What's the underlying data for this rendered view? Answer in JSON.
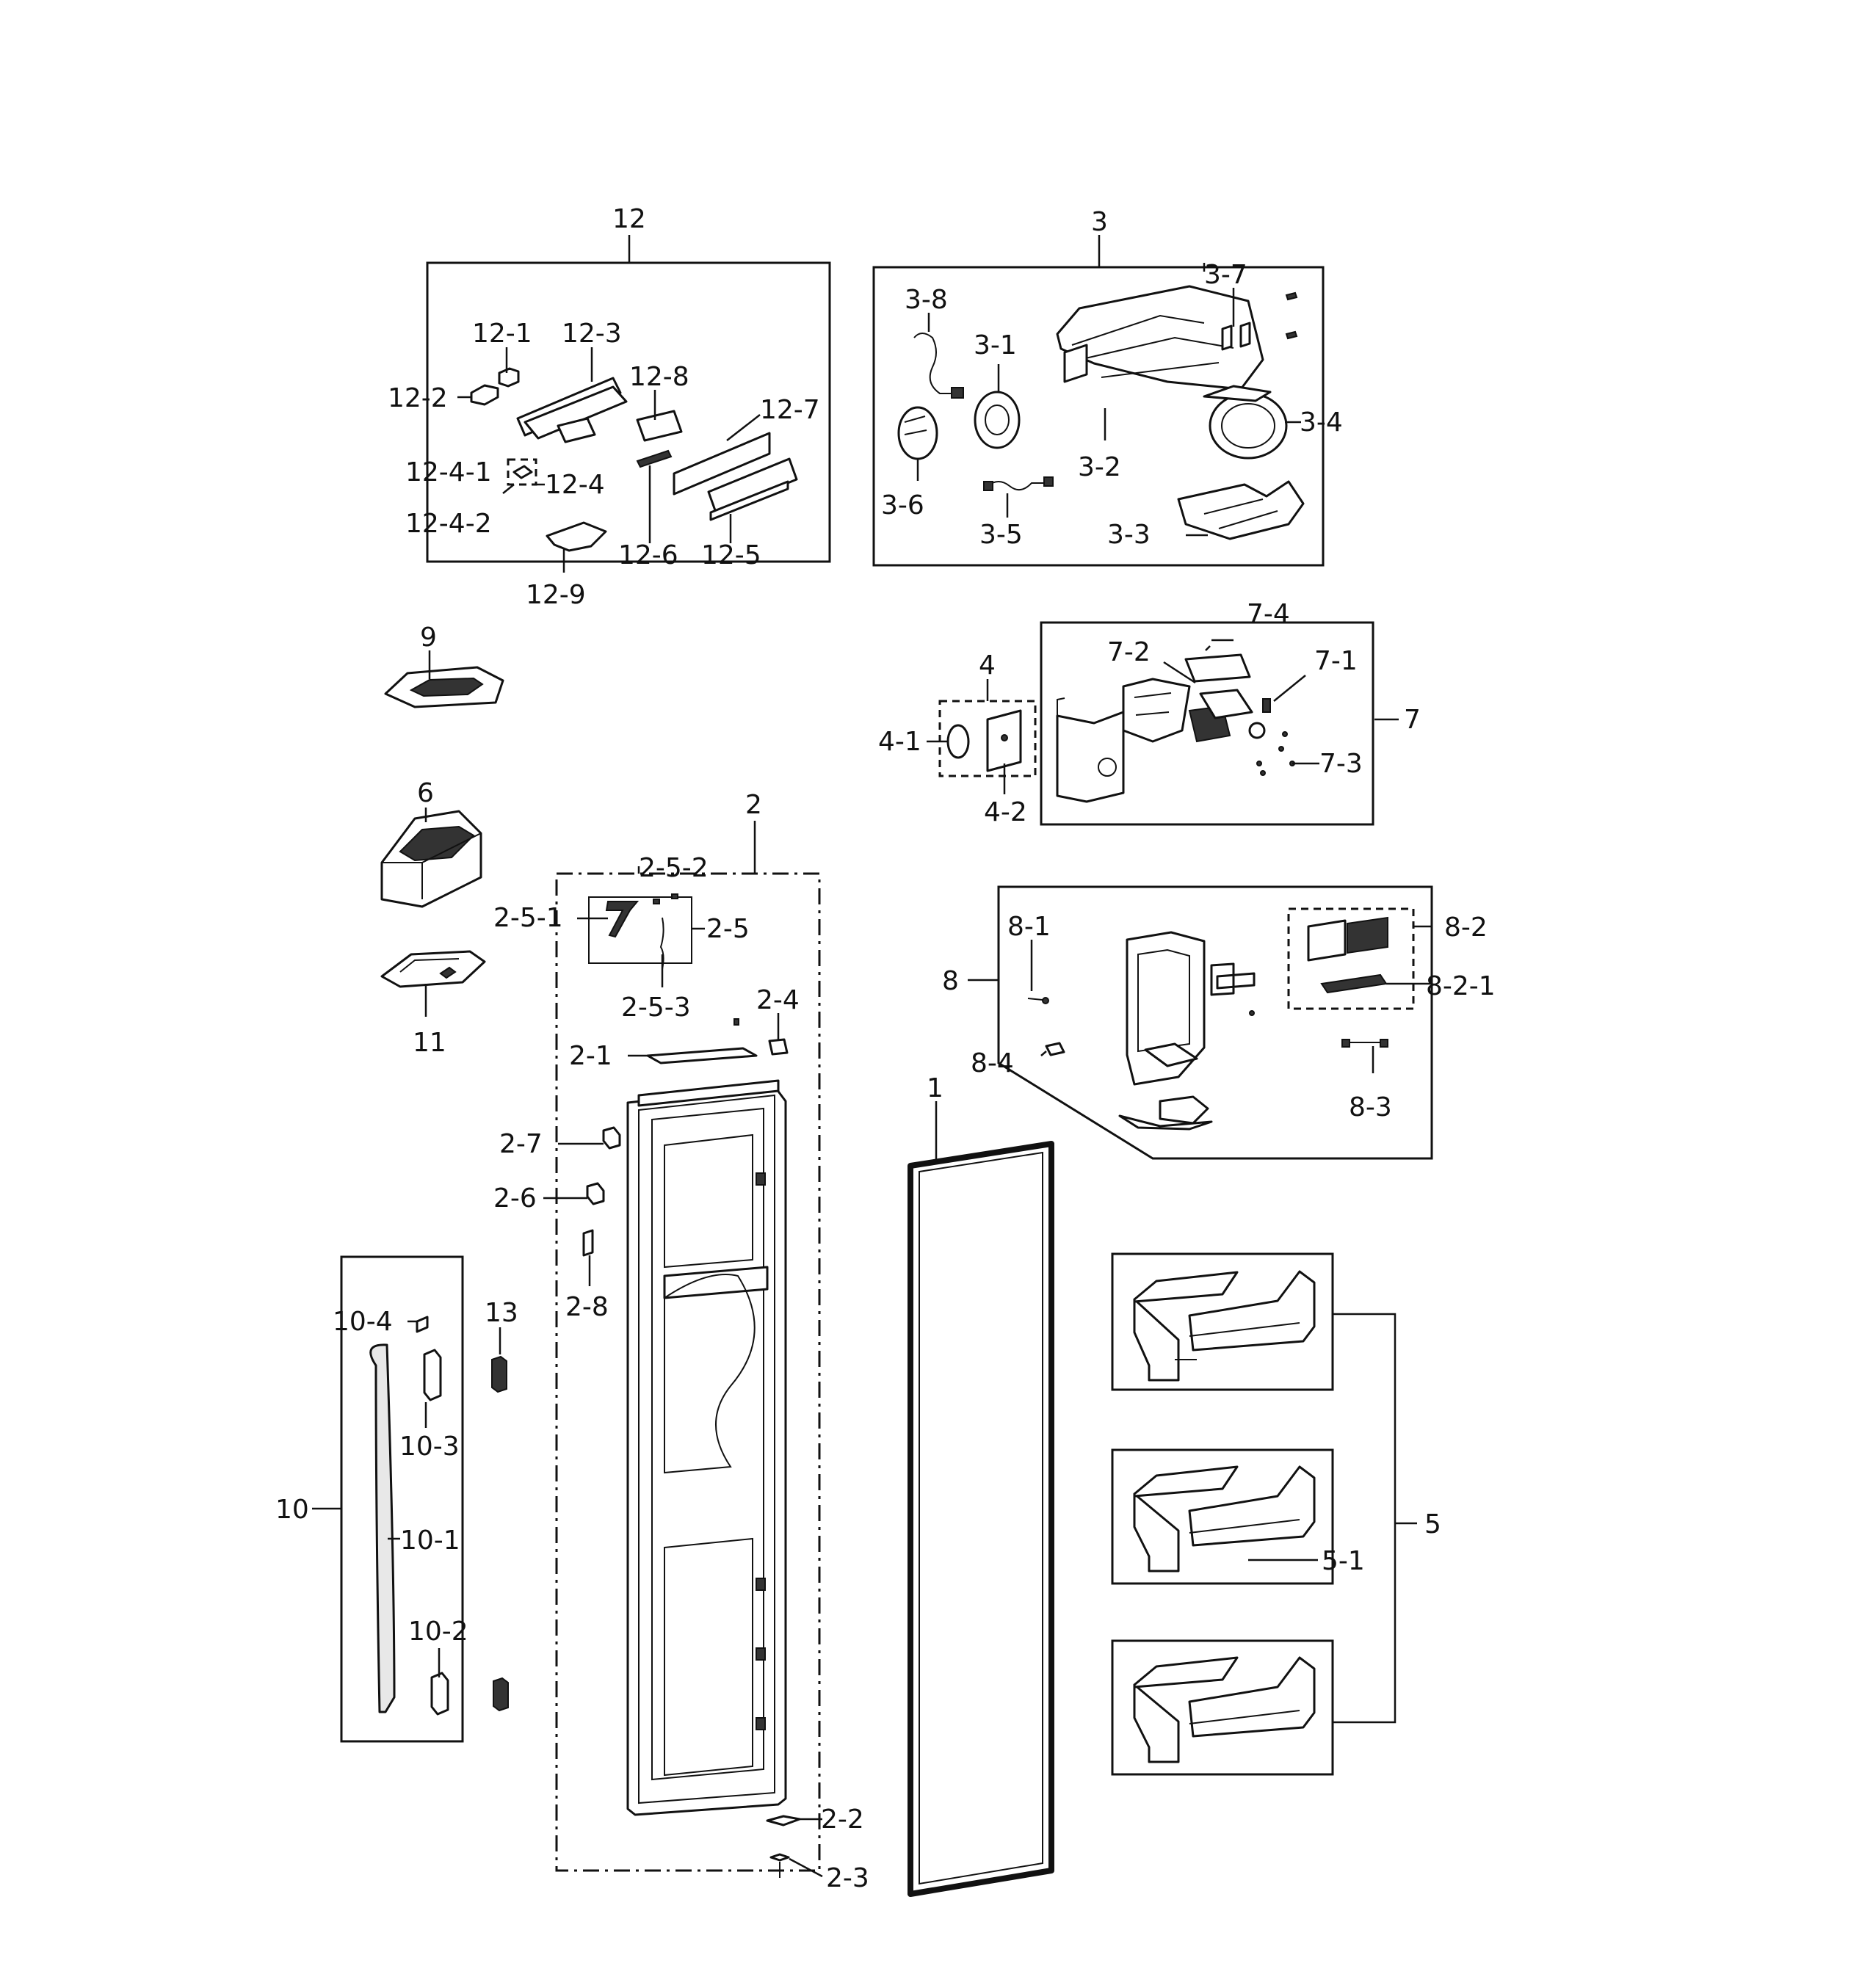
{
  "labels": {
    "l12": "12",
    "l12_1": "12-1",
    "l12_3": "12-3",
    "l12_2": "12-2",
    "l12_8": "12-8",
    "l12_7": "12-7",
    "l12_4_1": "12-4-1",
    "l12_4": "12-4",
    "l12_4_2": "12-4-2",
    "l12_6": "12-6",
    "l12_5": "12-5",
    "l12_9": "12-9",
    "l3": "3",
    "l3_7": "3-7",
    "l3_8": "3-8",
    "l3_1": "3-1",
    "l3_4": "3-4",
    "l3_2": "3-2",
    "l3_6": "3-6",
    "l3_5": "3-5",
    "l3_3": "3-3",
    "l9": "9",
    "l4": "4",
    "l4_1": "4-1",
    "l4_2": "4-2",
    "l7": "7",
    "l7_4": "7-4",
    "l7_2": "7-2",
    "l7_1": "7-1",
    "l7_3": "7-3",
    "l6": "6",
    "l2": "2",
    "l2_5_2": "2-5-2",
    "l2_5_1": "2-5-1",
    "l2_5": "2-5",
    "l2_5_3": "2-5-3",
    "l2_4": "2-4",
    "l2_1": "2-1",
    "l2_7": "2-7",
    "l2_6": "2-6",
    "l2_8": "2-8",
    "l2_2": "2-2",
    "l2_3": "2-3",
    "l11": "11",
    "l8": "8",
    "l8_1": "8-1",
    "l8_2": "8-2",
    "l8_2_1": "8-2-1",
    "l8_4": "8-4",
    "l8_3": "8-3",
    "l1": "1",
    "l10": "10",
    "l10_4": "10-4",
    "l10_3": "10-3",
    "l10_1": "10-1",
    "l10_2": "10-2",
    "l13": "13",
    "l5": "5",
    "l5_1": "5-1"
  }
}
